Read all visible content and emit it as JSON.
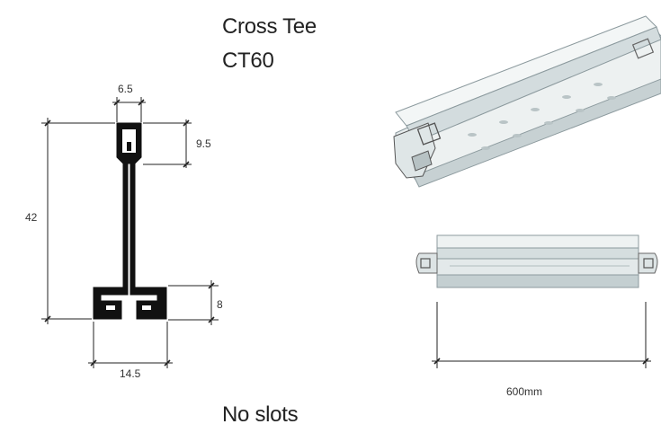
{
  "title": {
    "line1": "Cross Tee",
    "line2": "CT60"
  },
  "profile": {
    "dim_top_width": "6.5",
    "dim_top_height": "9.5",
    "dim_total_height": "42",
    "dim_flange_height": "8",
    "dim_base_width": "14.5"
  },
  "plan": {
    "length_label": "600mm"
  },
  "footer": {
    "note": "No slots"
  },
  "colors": {
    "line": "#1a1a1a",
    "metal_light": "#eef2f2",
    "metal_mid": "#c9d4d6",
    "metal_dark": "#9aa9ad"
  }
}
